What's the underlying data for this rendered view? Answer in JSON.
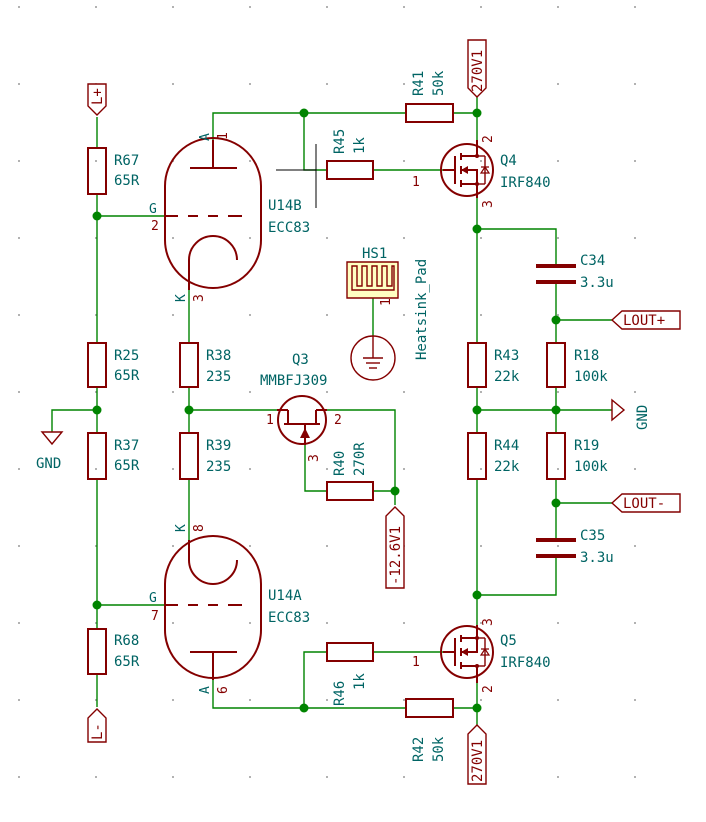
{
  "ports": {
    "l_plus": "L+",
    "l_minus": "L-",
    "hv_top": "270V1",
    "hv_bottom": "270V1",
    "neg_supply": "-12.6V1",
    "lout_plus": "LOUT+",
    "lout_minus": "LOUT-"
  },
  "power": {
    "gnd_left": "GND",
    "gnd_right": "GND"
  },
  "tubes": [
    {
      "ref": "U14B",
      "value": "ECC83",
      "pin_anode": "1",
      "pin_grid": "2",
      "pin_cathode": "3",
      "lbl_anode": "A",
      "lbl_grid": "G",
      "lbl_cathode": "K"
    },
    {
      "ref": "U14A",
      "value": "ECC83",
      "pin_anode": "6",
      "pin_grid": "7",
      "pin_cathode": "8",
      "lbl_anode": "A",
      "lbl_grid": "G",
      "lbl_cathode": "K"
    }
  ],
  "mosfets": [
    {
      "ref": "Q4",
      "value": "IRF840",
      "pin_gate": "1",
      "pin_drain": "2",
      "pin_source": "3"
    },
    {
      "ref": "Q5",
      "value": "IRF840",
      "pin_gate": "1",
      "pin_drain": "2",
      "pin_source": "3"
    }
  ],
  "jfet": {
    "ref": "Q3",
    "value": "MMBFJ309",
    "pin1": "1",
    "pin2": "2",
    "pin3": "3"
  },
  "heatsink": {
    "ref": "HS1",
    "value": "Heatsink_Pad",
    "pin": "1"
  },
  "resistors": [
    {
      "ref": "R67",
      "value": "65R"
    },
    {
      "ref": "R25",
      "value": "65R"
    },
    {
      "ref": "R37",
      "value": "65R"
    },
    {
      "ref": "R68",
      "value": "65R"
    },
    {
      "ref": "R38",
      "value": "235"
    },
    {
      "ref": "R39",
      "value": "235"
    },
    {
      "ref": "R40",
      "value": "270R"
    },
    {
      "ref": "R41",
      "value": "50k"
    },
    {
      "ref": "R45",
      "value": "1k"
    },
    {
      "ref": "R42",
      "value": "50k"
    },
    {
      "ref": "R46",
      "value": "1k"
    },
    {
      "ref": "R43",
      "value": "22k"
    },
    {
      "ref": "R44",
      "value": "22k"
    },
    {
      "ref": "R18",
      "value": "100k"
    },
    {
      "ref": "R19",
      "value": "100k"
    }
  ],
  "capacitors": [
    {
      "ref": "C34",
      "value": "3.3u"
    },
    {
      "ref": "C35",
      "value": "3.3u"
    }
  ],
  "colors": {
    "wire": "#008400",
    "component": "#840000",
    "label": "#006464",
    "body_fill": "#ffffc2"
  }
}
